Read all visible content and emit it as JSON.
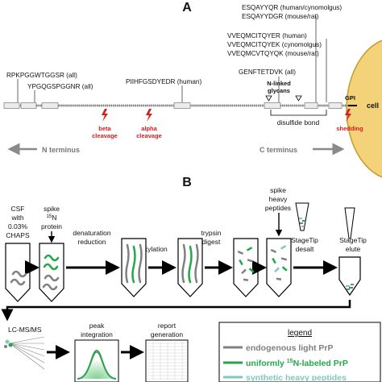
{
  "panel_a": {
    "label": "A",
    "peptides": {
      "rpkp": "RPKPGGWTGGSR (all)",
      "ypgq": "YPGQGSPGGNR (all)",
      "piih": "PIIHFGSDYEDR (human)",
      "esqa_h": "ESQAYYQR (human/cynomolgus)",
      "esqa_m": "ESQAYYDGR (mouse/rat)",
      "vveq_h": "VVEQMCITQYER (human)",
      "vveq_c": "VVEQMCITQYEK (cynomolgus)",
      "vveq_m": "VVEQMCVTQYQK (mouse/rat)",
      "genf": "GENFTETDVK (all)"
    },
    "n_linked_1": "N-linked",
    "n_linked_2": "glycans",
    "gpi": "GPI",
    "cell": "cell",
    "disulfide": "disulfide bond",
    "beta_1": "beta",
    "beta_2": "cleavage",
    "alpha_1": "alpha",
    "alpha_2": "cleavage",
    "shedding": "shedding",
    "n_terminus": "N terminus",
    "c_terminus": "C terminus"
  },
  "panel_b": {
    "label": "B",
    "csf_1": "CSF",
    "csf_2": "with",
    "csf_3": "0.03%",
    "csf_4": "CHAPS",
    "spike_15n_1": "spike",
    "spike_15n_2_sup": "15",
    "spike_15n_2": "N",
    "spike_15n_3": "protein",
    "denat_1": "denaturation",
    "denat_2": "reduction",
    "alkylation": "alkylation",
    "trypsin_1": "trypsin",
    "trypsin_2": "digest",
    "spike_heavy_1": "spike",
    "spike_heavy_2": "heavy",
    "spike_heavy_3": "peptides",
    "stagetip_desalt_1": "StageTip",
    "stagetip_desalt_2": "desalt",
    "stagetip_elute_1": "StageTip",
    "stagetip_elute_2": "elute",
    "lcms": "LC-MS/MS",
    "peak_1": "peak",
    "peak_2": "integration",
    "report_1": "report",
    "report_2": "generation",
    "legend_title": "legend",
    "legend_light": "endogenous light PrP",
    "legend_15n_pre": "uniformly ",
    "legend_15n_sup": "15",
    "legend_15n_post": "N-labeled PrP",
    "legend_heavy": "synthetic heavy peptides"
  },
  "colors": {
    "light": "#808080",
    "labeled": "#22a84a",
    "heavy": "#7fc8c0",
    "cell": "#f3d27a",
    "red": "#d21e1e"
  }
}
